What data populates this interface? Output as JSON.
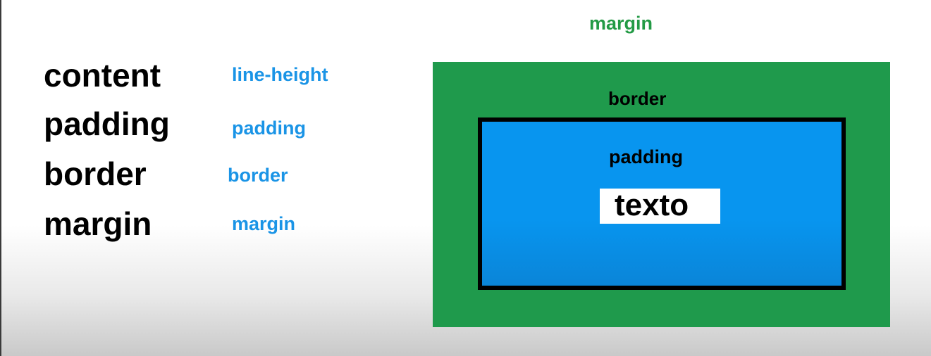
{
  "terms": {
    "content": "content",
    "padding": "padding",
    "border": "border",
    "margin": "margin"
  },
  "properties": {
    "content": "line-height",
    "padding": "padding",
    "border": "border",
    "margin": "margin"
  },
  "box_model": {
    "margin_label": "margin",
    "border_label": "border",
    "padding_label": "padding",
    "content_label": "texto"
  },
  "colors": {
    "property_text": "#1a94e6",
    "margin_area": "#1f9a4c",
    "margin_label": "#239a45",
    "padding_area": "#0895ef",
    "border": "#000000",
    "content_area": "#ffffff"
  }
}
